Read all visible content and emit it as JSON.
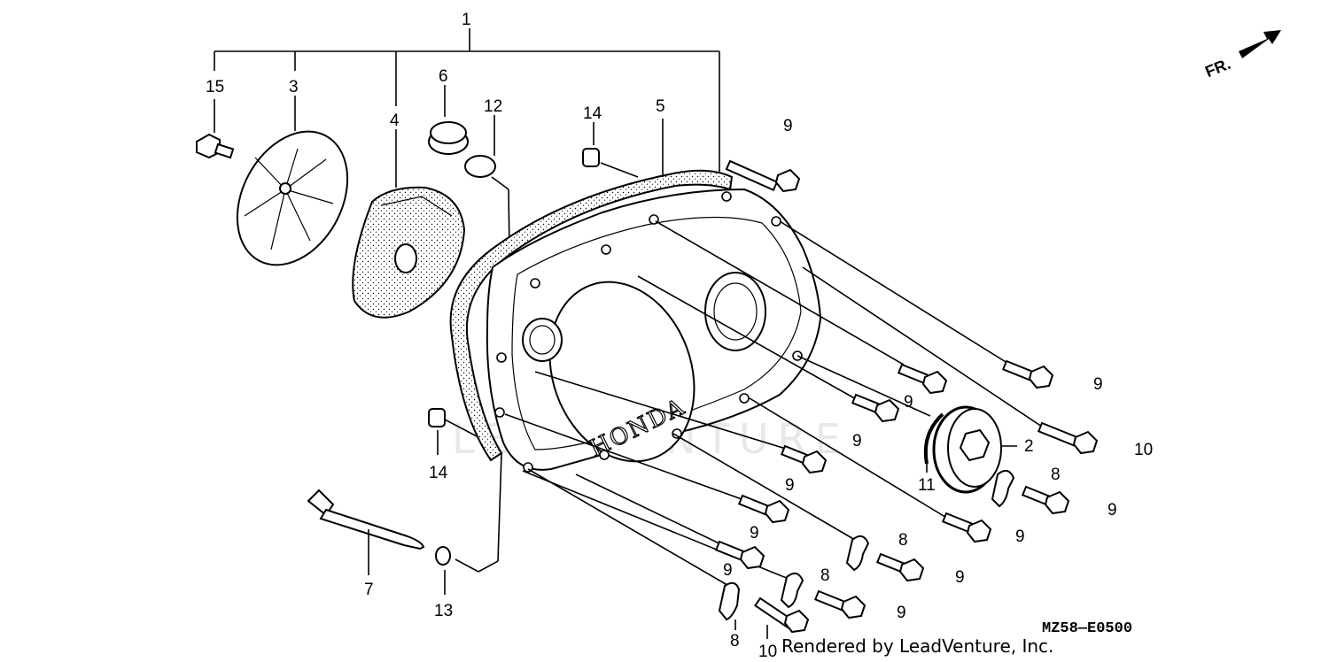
{
  "diagram": {
    "callouts": {
      "c1": "1",
      "c15": "15",
      "c3": "3",
      "c4": "4",
      "c6": "6",
      "c12": "12",
      "c14a": "14",
      "c5": "5",
      "c9a": "9",
      "c9b": "9",
      "c9c": "9",
      "c9d": "9",
      "c2": "2",
      "c10a": "10",
      "c8a": "8",
      "c11": "11",
      "c9e": "9",
      "c14b": "14",
      "c9f": "9",
      "c9g": "9",
      "c8b": "8",
      "c9h": "9",
      "c9i": "9",
      "c8c": "8",
      "c7": "7",
      "c13": "13",
      "c9j": "9",
      "c8d": "8",
      "c10b": "10",
      "c9k": "9"
    },
    "direction_label": "FR.",
    "part_code": "MZ58—E0500",
    "credit": "Rendered by LeadVenture, Inc.",
    "watermark": "LEADVENTURE",
    "brand_mark": "HONDA"
  }
}
